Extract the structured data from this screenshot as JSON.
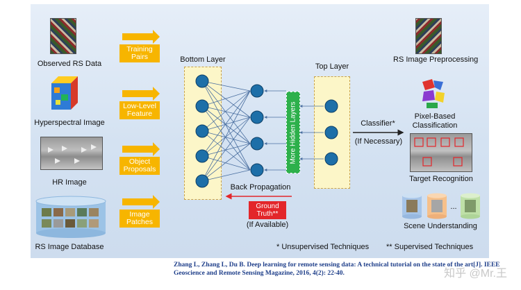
{
  "inputs": {
    "observed_rs": "Observed RS Data",
    "hyperspectral": "Hyperspectral Image",
    "hr_image": "HR Image",
    "rs_database": "RS Image Database"
  },
  "arrows": {
    "training_pairs": "Training Pairs",
    "low_level": "Low-Level Feature",
    "object_proposals": "Object Proposals",
    "image_patches": "Image Patches"
  },
  "network": {
    "bottom_layer": "Bottom Layer",
    "top_layer": "Top Layer",
    "more_hidden": "More Hidden Layers",
    "back_propagation": "Back Propagation",
    "ground_truth": "Ground Truth**",
    "if_available": "(If Available)",
    "classifier": "Classifier*",
    "if_necessary": "(If Necessary)"
  },
  "outputs": {
    "preprocessing": "RS Image Preprocessing",
    "pixel_based": "Pixel-Based Classification",
    "target_recognition": "Target Recognition",
    "scene_understanding": "Scene Understanding",
    "ellipsis": "..."
  },
  "footnotes": {
    "unsupervised": "* Unsupervised Techniques",
    "supervised": "** Supervised Techniques"
  },
  "citation": "Zhang L, Zhang L, Du B. Deep learning for remote sensing data: A technical tutorial on the state of the art[J]. IEEE Geoscience and Remote Sensing Magazine, 2016, 4(2): 22-40.",
  "watermark": "知乎 @Mr.王",
  "colors": {
    "arrow": "#f7b500",
    "node": "#1d6fa8",
    "green": "#2db04b",
    "red": "#e3262a"
  }
}
